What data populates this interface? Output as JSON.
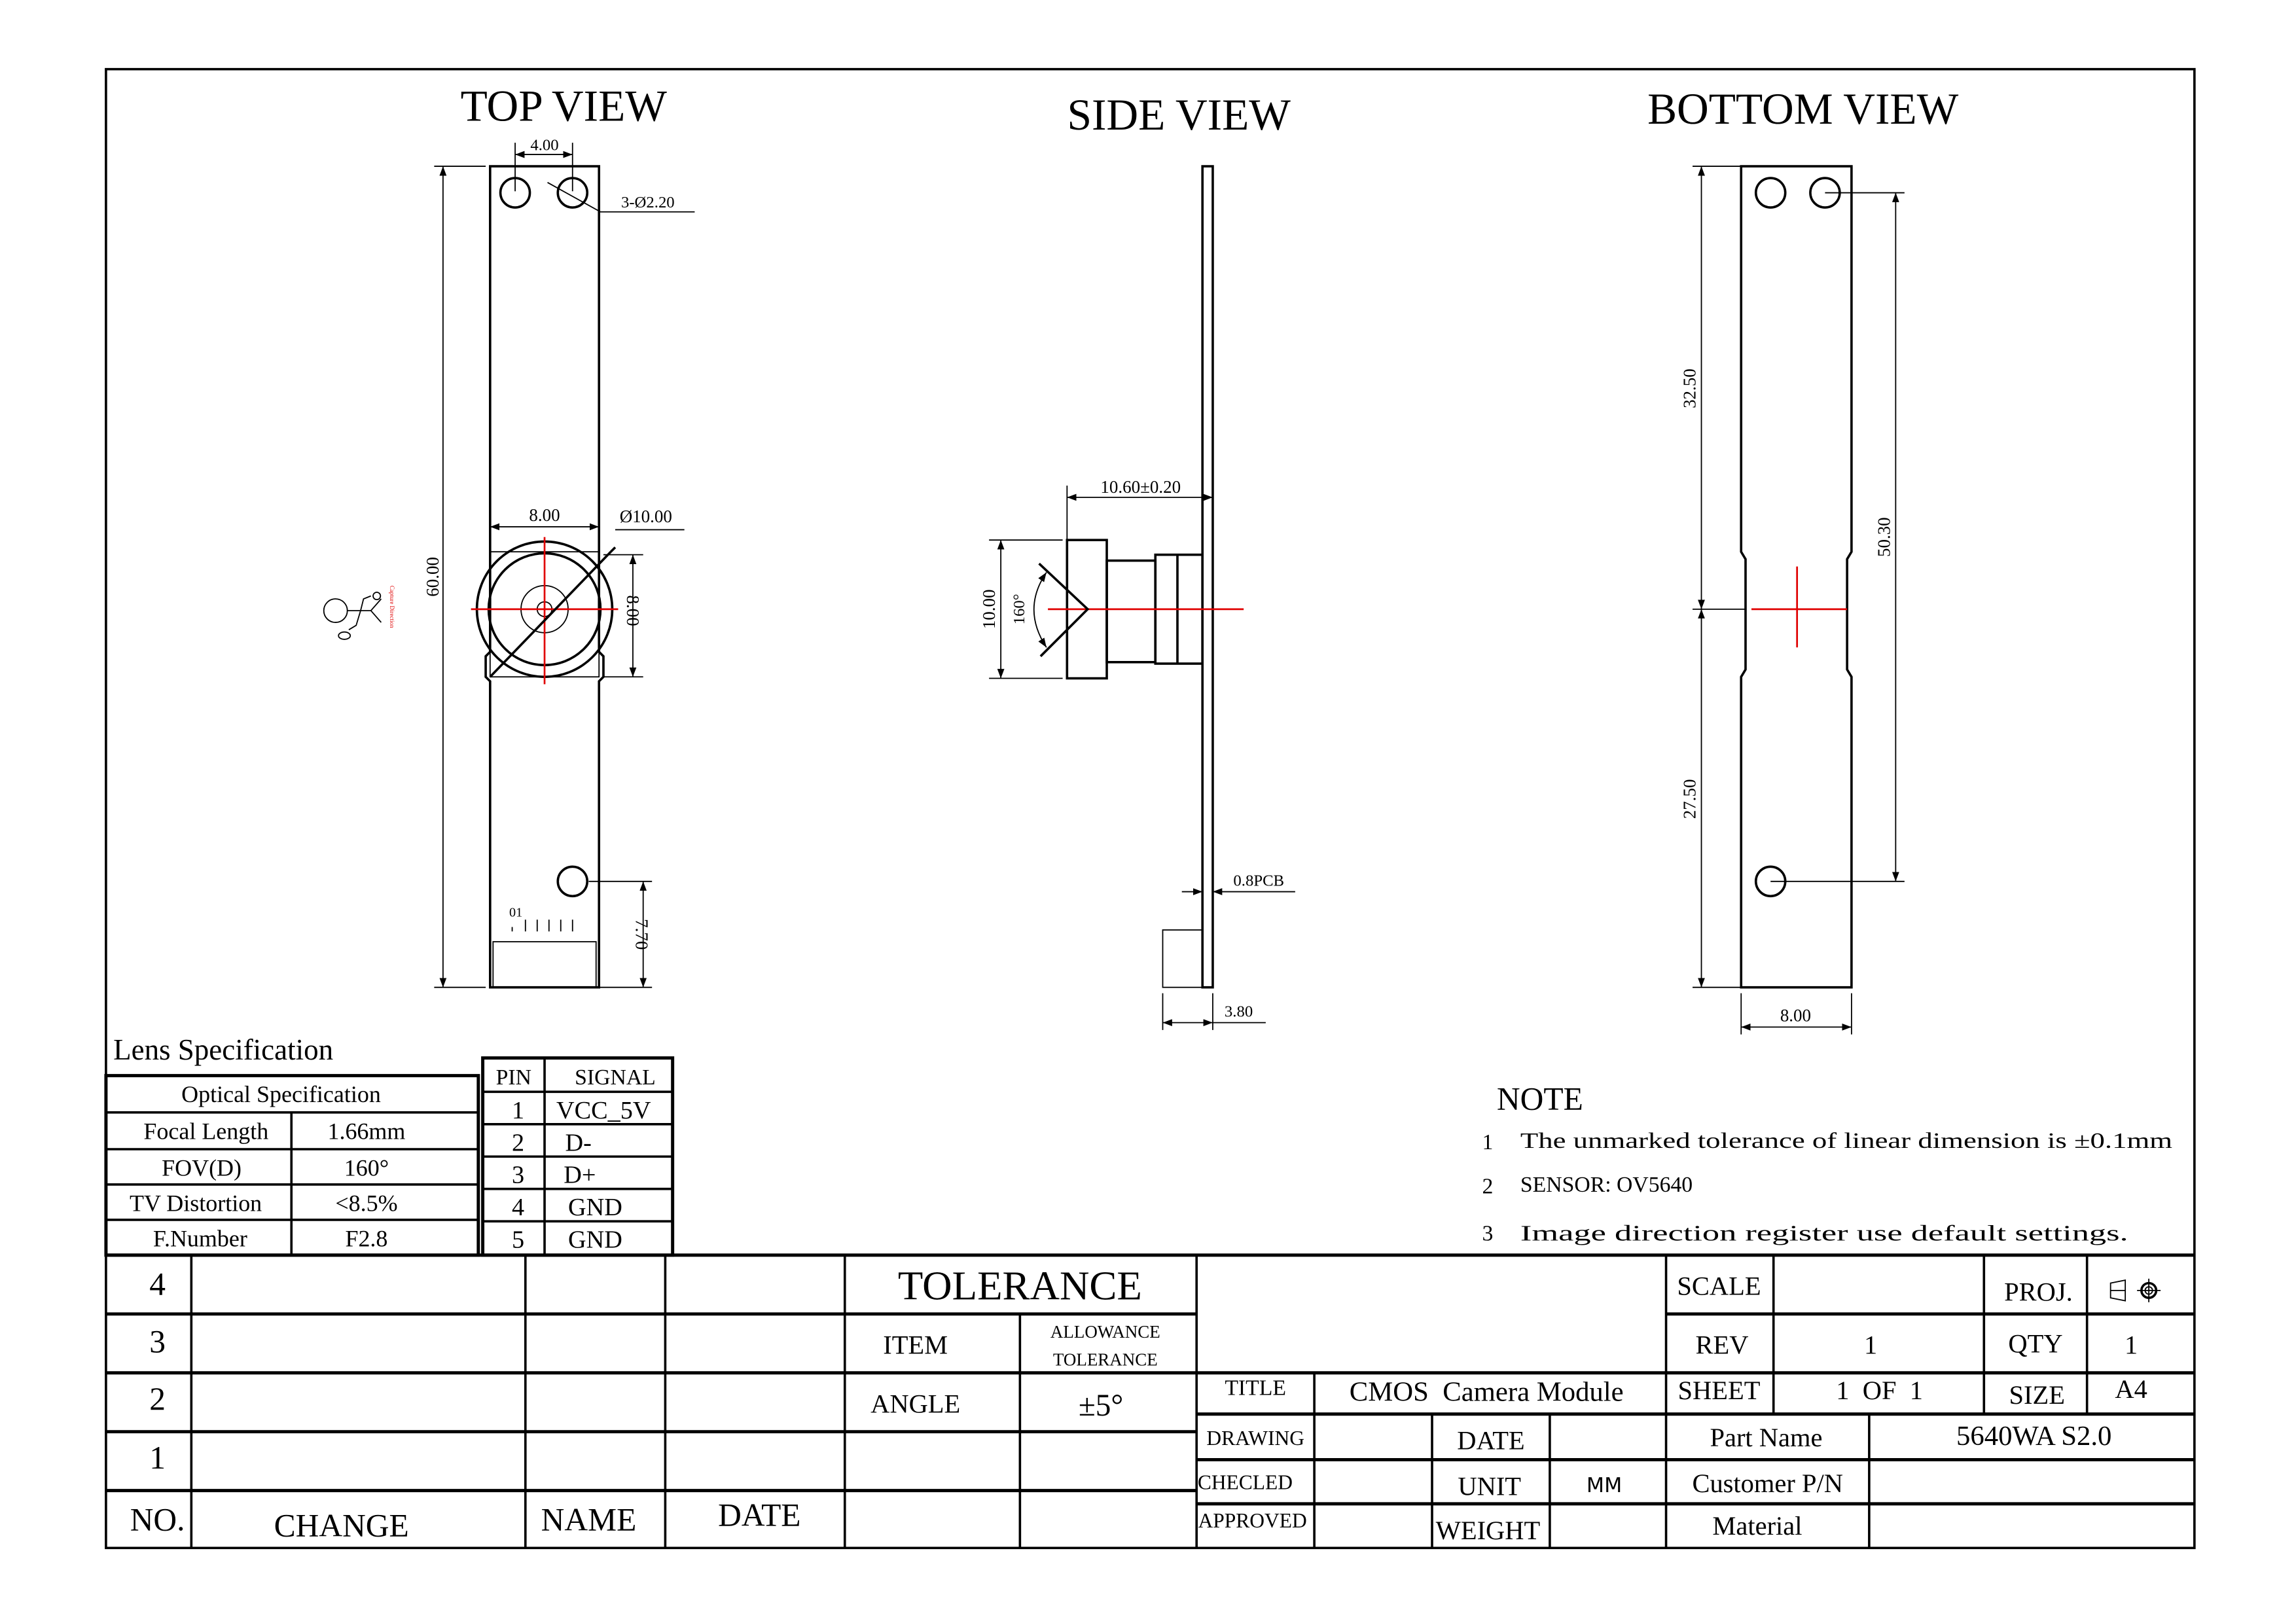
{
  "views": {
    "top": "TOP VIEW",
    "side": "SIDE VIEW",
    "bottom": "BOTTOM VIEW"
  },
  "top_dims": {
    "hole_pitch": "4.00",
    "holes": "3-Ø2.20",
    "length": "60.00",
    "width": "8.00",
    "lens_dia": "Ø10.00",
    "lens_h": "8.00",
    "conn": "7.70",
    "pin1": "01",
    "capture": "Capture Direction"
  },
  "side_dims": {
    "lens_height": "10.60±0.20",
    "lens_dia": "10.00",
    "angle": "160°",
    "pcb": "0.8PCB",
    "conn": "3.80"
  },
  "bottom_dims": {
    "upper": "32.50",
    "lower": "27.50",
    "holes": "50.30",
    "width": "8.00"
  },
  "lens_spec": {
    "title": "Lens Specification",
    "header": "Optical Specification",
    "rows": [
      {
        "label": "Focal Length",
        "value": "1.66mm"
      },
      {
        "label": "FOV(D)",
        "value": "160°"
      },
      {
        "label": "TV Distortion",
        "value": "<8.5%"
      },
      {
        "label": "F.Number",
        "value": "F2.8"
      }
    ]
  },
  "pins": {
    "headers": [
      "PIN",
      "SIGNAL"
    ],
    "rows": [
      [
        "1",
        "VCC_5V"
      ],
      [
        "2",
        "D-"
      ],
      [
        "3",
        "D+"
      ],
      [
        "4",
        "GND"
      ],
      [
        "5",
        "GND"
      ]
    ]
  },
  "notes": {
    "title": "NOTE",
    "items": [
      {
        "n": "1",
        "text": "The unmarked tolerance of linear dimension is ±0.1mm"
      },
      {
        "n": "2",
        "text": "SENSOR: OV5640"
      },
      {
        "n": "3",
        "text": "Image direction register use default settings."
      }
    ]
  },
  "revision": {
    "rows": [
      "4",
      "3",
      "2",
      "1"
    ],
    "headers": [
      "NO.",
      "CHANGE",
      "NAME",
      "DATE"
    ]
  },
  "tolerance": {
    "title": "TOLERANCE",
    "item": "ITEM",
    "allowance1": "ALLOWANCE",
    "allowance2": "TOLERANCE",
    "angle": "ANGLE",
    "angle_value": "±5°"
  },
  "title_block": {
    "scale": "SCALE",
    "proj": "PROJ.",
    "rev": "REV",
    "rev_value": "1",
    "qty": "QTY",
    "qty_value": "1",
    "title": "TITLE",
    "title_value": "CMOS  Camera Module",
    "sheet": "SHEET",
    "sheet_value": "1  OF  1",
    "size": "SIZE",
    "size_value": "A4",
    "drawing": "DRAWING",
    "date": "DATE",
    "part_name": "Part Name",
    "part_name_value": "5640WA S2.0",
    "checked": "CHECLED",
    "unit": "UNIT",
    "unit_value": "MM",
    "customer_pn": "Customer P/N",
    "approved": "APPROVED",
    "weight": "WEIGHT",
    "material": "Material"
  }
}
